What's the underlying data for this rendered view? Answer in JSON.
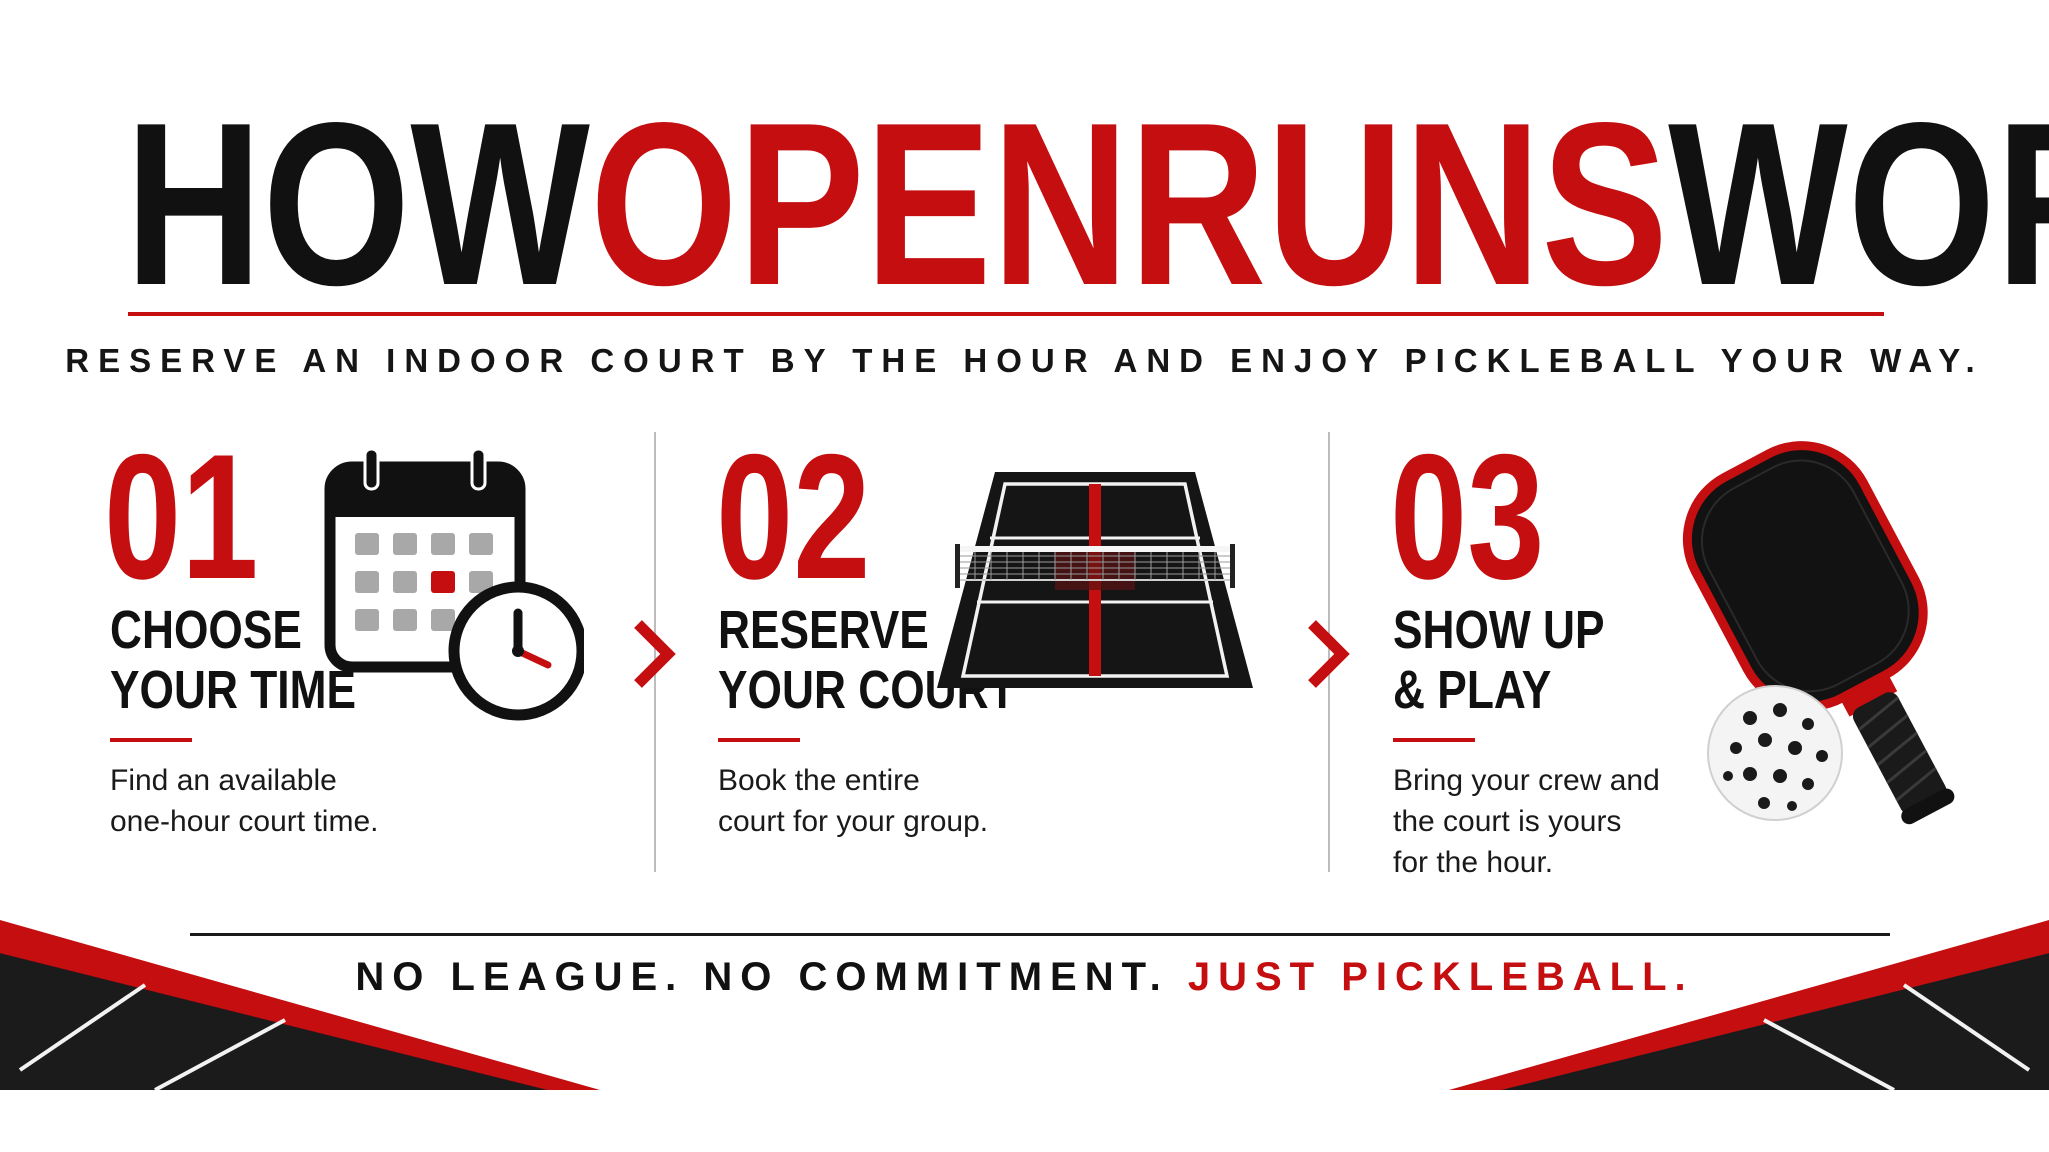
{
  "header": {
    "title_parts": [
      "HOW",
      "OPEN",
      "RUNS",
      "WORK"
    ],
    "subtitle": "RESERVE AN INDOOR COURT BY THE HOUR AND ENJOY PICKLEBALL YOUR WAY."
  },
  "steps": [
    {
      "number": "01",
      "title_lines": [
        "CHOOSE",
        "YOUR TIME"
      ],
      "desc_lines": [
        "Find an available",
        "one-hour court time."
      ],
      "icon": "calendar-clock-icon"
    },
    {
      "number": "02",
      "title_lines": [
        "RESERVE",
        "YOUR COURT"
      ],
      "desc_lines": [
        "Book the entire",
        "court for your group."
      ],
      "icon": "pickleball-court-icon"
    },
    {
      "number": "03",
      "title_lines": [
        "SHOW UP",
        "& PLAY"
      ],
      "desc_lines": [
        "Bring your crew and",
        "the court is yours",
        "for the hour."
      ],
      "icon": "paddle-and-ball-icon"
    }
  ],
  "footer": {
    "tagline_black": "NO LEAGUE.  NO COMMITMENT.",
    "tagline_red": "JUST PICKLEBALL."
  },
  "colors": {
    "accent": "#c40e10",
    "text": "#111111",
    "background": "#ffffff",
    "court": "#151515"
  }
}
